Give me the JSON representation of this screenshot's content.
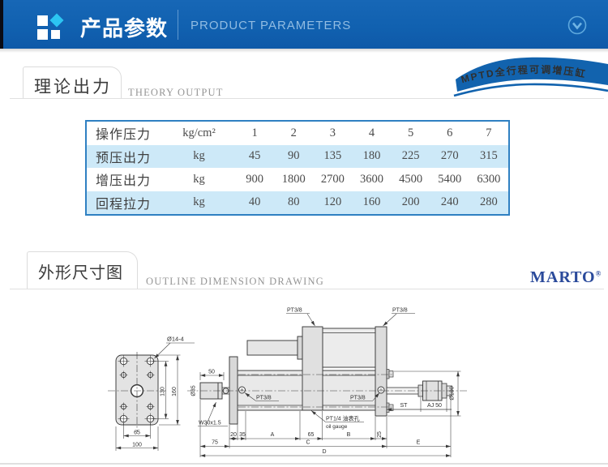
{
  "header": {
    "title_cn": "产品参数",
    "title_en": "PRODUCT PARAMETERS"
  },
  "ribbon": {
    "text": "MPTD全行程可调增压缸"
  },
  "section_theory": {
    "title_cn": "理论出力",
    "title_en": "THEORY OUTPUT"
  },
  "section_outline": {
    "title_cn": "外形尺寸图",
    "title_en": "OUTLINE DIMENSION DRAWING"
  },
  "brand": {
    "name": "MARTO",
    "reg": "®"
  },
  "table": {
    "rows": [
      {
        "label": "操作压力",
        "unit": "kg/cm²",
        "values": [
          "1",
          "2",
          "3",
          "4",
          "5",
          "6",
          "7"
        ]
      },
      {
        "label": "预压出力",
        "unit": "kg",
        "values": [
          "45",
          "90",
          "135",
          "180",
          "225",
          "270",
          "315"
        ]
      },
      {
        "label": "增压出力",
        "unit": "kg",
        "values": [
          "900",
          "1800",
          "2700",
          "3600",
          "4500",
          "5400",
          "6300"
        ]
      },
      {
        "label": "回程拉力",
        "unit": "kg",
        "values": [
          "40",
          "80",
          "120",
          "160",
          "200",
          "240",
          "280"
        ]
      }
    ]
  },
  "drawing": {
    "front": {
      "hole_label": "Ø14-4",
      "dim_height_inner": "130",
      "dim_height": "160",
      "dim_width_inner": "65",
      "dim_width": "100"
    },
    "side": {
      "dim_rod_len": "50",
      "rod_dia": "Ø35",
      "thread": "W30x1.5",
      "port": "PT3/8",
      "oil_port_cn": "PT1/4 油表孔",
      "oil_port_en": "oil gauge",
      "dim_20": "20",
      "dim_35": "35",
      "dim_a": "A",
      "dim_65": "65",
      "dim_b": "B",
      "dim_25": "25",
      "dim_75": "75",
      "dim_c": "C",
      "dim_e": "E",
      "dim_d": "D",
      "dim_st": "ST",
      "dim_aj": "AJ 50",
      "bore_dia": "Ø100"
    }
  }
}
